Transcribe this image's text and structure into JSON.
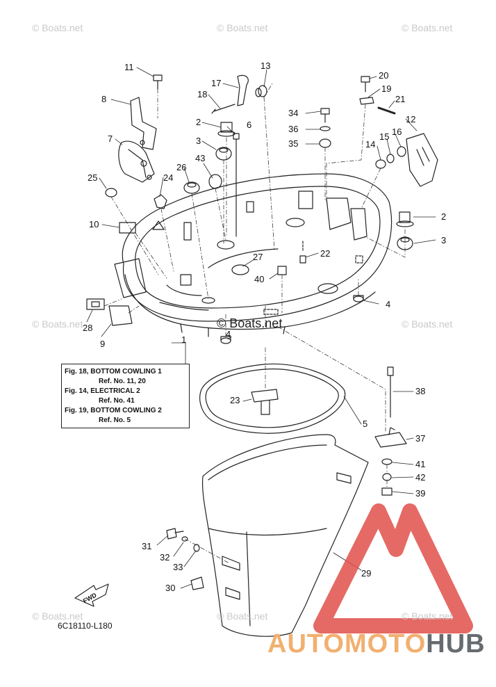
{
  "diagram": {
    "code": "6C18110-L180",
    "fwd_label": "FWD",
    "group_ref": "1",
    "notes": [
      "Fig. 18, BOTTOM COWLING 1",
      "Ref. No. 11, 20",
      "Fig. 14, ELECTRICAL 2",
      "Ref. No. 41",
      "Fig. 19, BOTTOM COWLING 2",
      "Ref. No. 5"
    ]
  },
  "callouts": {
    "c2a": "2",
    "c2b": "2",
    "c3a": "3",
    "c3b": "3",
    "c4a": "4",
    "c4b": "4",
    "c5": "5",
    "c6": "6",
    "c7": "7",
    "c8": "8",
    "c9": "9",
    "c10": "10",
    "c11": "11",
    "c12": "12",
    "c13": "13",
    "c14": "14",
    "c15": "15",
    "c16": "16",
    "c17": "17",
    "c18": "18",
    "c19": "19",
    "c20": "20",
    "c21": "21",
    "c22": "22",
    "c23": "23",
    "c24": "24",
    "c25": "25",
    "c26": "26",
    "c27": "27",
    "c28": "28",
    "c29": "29",
    "c30": "30",
    "c31": "31",
    "c32": "32",
    "c33": "33",
    "c34": "34",
    "c35": "35",
    "c36": "36",
    "c37": "37",
    "c38": "38",
    "c39": "39",
    "c40": "40",
    "c41": "41",
    "c42": "42",
    "c43": "43"
  },
  "watermarks": {
    "small": "© Boats.net",
    "center": "© Boats.net",
    "brand_part1": "AUTOMOTO",
    "brand_part2": "HUB"
  },
  "colors": {
    "line": "#222222",
    "watermark": "#c9c9c9",
    "brand_triangle": "#e0504a",
    "brand_text_1": "#f1b070",
    "brand_text_2": "#666b70"
  }
}
